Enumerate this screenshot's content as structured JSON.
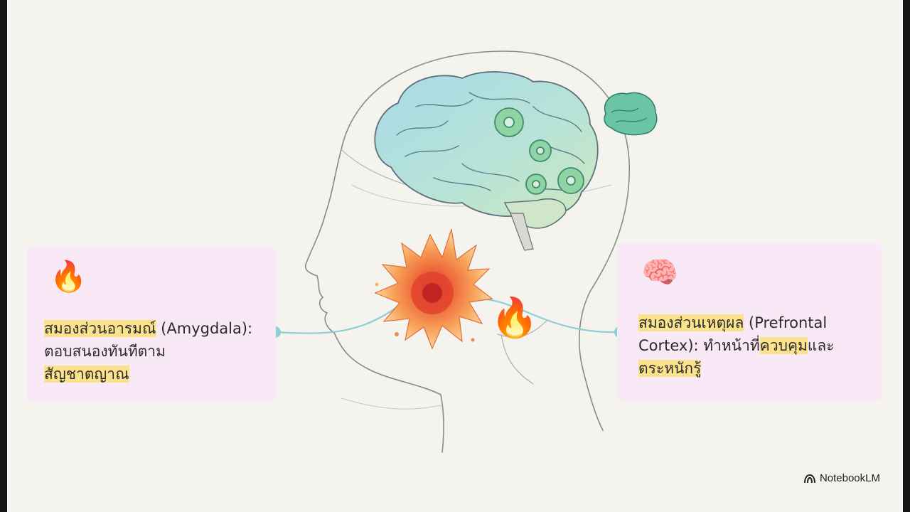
{
  "left_card": {
    "emoji": "🔥",
    "term": "สมองส่วนอารมณ์",
    "term_en": " (Amygdala):",
    "line2": "ตอบสนองทันทีตาม",
    "line3": "สัญชาตญาณ"
  },
  "right_card": {
    "emoji": "🧠",
    "term": "สมองส่วนเหตุผล",
    "term_en": " (Prefrontal",
    "line2_a": "Cortex): ทำหน้าที่",
    "line2_b": "ควบคุม",
    "line2_c": "และ",
    "line3": "ตระหนักรู้"
  },
  "flame_emoji": "🔥",
  "brand": "NotebookLM",
  "colors": {
    "card_bg": "#f9e8f6",
    "highlight": "#fbe28c",
    "connector": "#8ccfd6"
  }
}
